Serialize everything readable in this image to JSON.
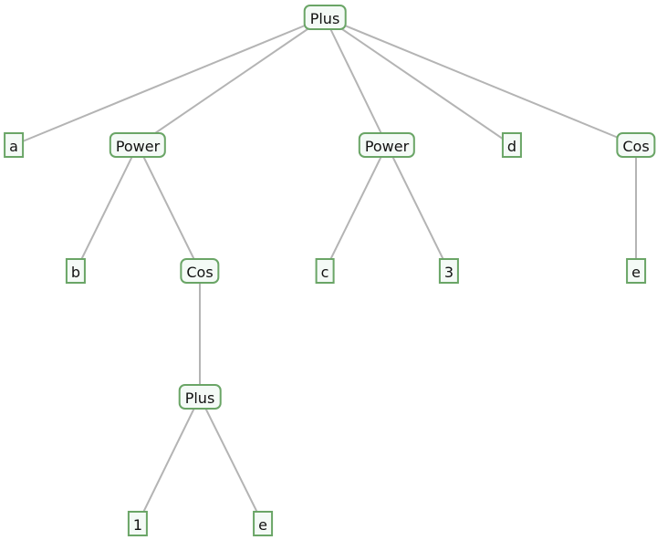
{
  "tree": {
    "nodes": [
      {
        "id": 0,
        "label": "Plus",
        "parent": null,
        "kind": "inner"
      },
      {
        "id": 1,
        "label": "a",
        "parent": 0,
        "kind": "leaf"
      },
      {
        "id": 2,
        "label": "Power",
        "parent": 0,
        "kind": "inner"
      },
      {
        "id": 3,
        "label": "Power",
        "parent": 0,
        "kind": "inner"
      },
      {
        "id": 4,
        "label": "d",
        "parent": 0,
        "kind": "leaf"
      },
      {
        "id": 5,
        "label": "Cos",
        "parent": 0,
        "kind": "inner"
      },
      {
        "id": 6,
        "label": "b",
        "parent": 2,
        "kind": "leaf"
      },
      {
        "id": 7,
        "label": "Cos",
        "parent": 2,
        "kind": "inner"
      },
      {
        "id": 8,
        "label": "c",
        "parent": 3,
        "kind": "leaf"
      },
      {
        "id": 9,
        "label": "3",
        "parent": 3,
        "kind": "leaf"
      },
      {
        "id": 10,
        "label": "e",
        "parent": 5,
        "kind": "leaf"
      },
      {
        "id": 11,
        "label": "Plus",
        "parent": 7,
        "kind": "inner"
      },
      {
        "id": 12,
        "label": "1",
        "parent": 11,
        "kind": "leaf"
      },
      {
        "id": 13,
        "label": "e",
        "parent": 11,
        "kind": "leaf"
      }
    ],
    "colors": {
      "edge": "#b4b4b4",
      "border": "#6aa566",
      "fill": "#f4faf6"
    }
  }
}
